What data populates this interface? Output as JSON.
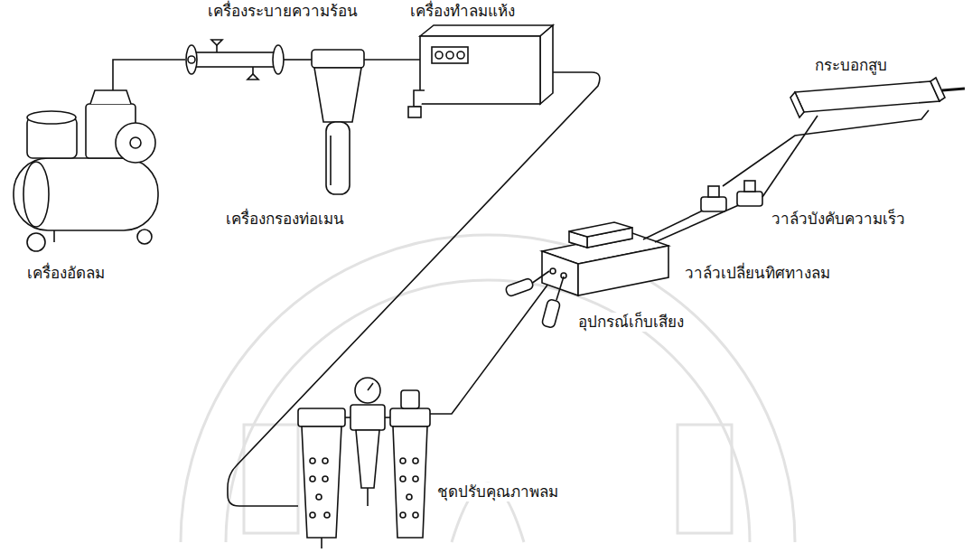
{
  "diagram": {
    "labels": [
      "เครื่องระบายความร้อน",
      "เครื่องทำลมแห้ง",
      "กระบอกสูบ",
      "เครื่องกรองท่อเมน",
      "เครื่องอัดลม",
      "วาล์วบังคับความเร็ว",
      "วาล์วเปลี่ยนทิศทางลม",
      "อุปกรณ์เก็บเสียง",
      "ชุดปรับคุณภาพลม"
    ]
  }
}
